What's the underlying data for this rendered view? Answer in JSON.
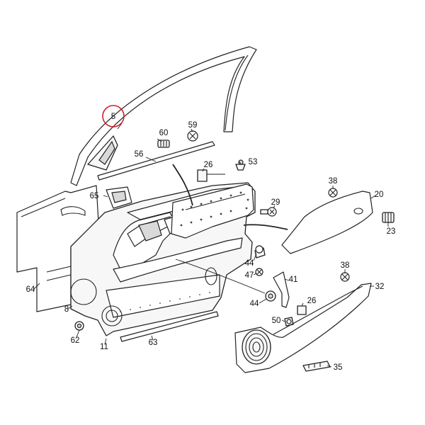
{
  "diagram": {
    "highlight_color": "#d0202a",
    "highlighted_callout": "5",
    "callouts": {
      "c5": "5",
      "c60": "60",
      "c59": "59",
      "c56": "56",
      "c53": "53",
      "c26a": "26",
      "c65": "65",
      "c38a": "38",
      "c20": "20",
      "c29": "29",
      "c23": "23",
      "c44a": "44",
      "c47": "47",
      "c41": "41",
      "c38b": "38",
      "c32": "32",
      "c64": "64",
      "c8": "8",
      "c44b": "44",
      "c26b": "26",
      "c50": "50",
      "c62": "62",
      "c11": "11",
      "c63": "63",
      "c35": "35"
    }
  }
}
